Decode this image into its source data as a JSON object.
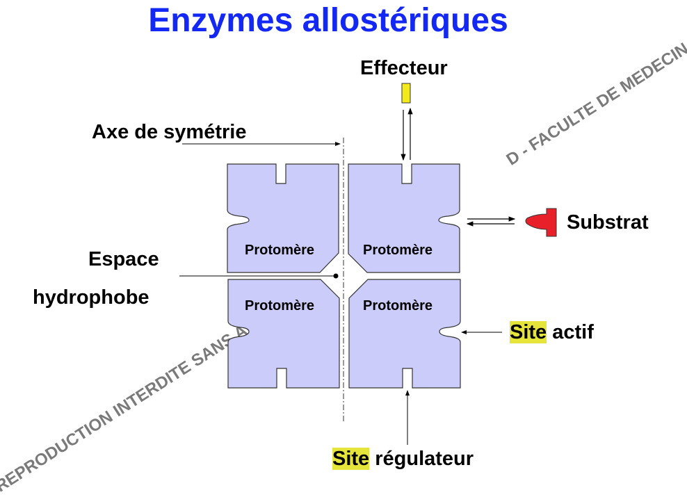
{
  "title": "Enzymes allostériques",
  "watermark": "REPRODUCTION INTERDITE SANS ACCORD D - FACULTE DE MEDECIN - UNS",
  "labels": {
    "effecteur": "Effecteur",
    "axe": "Axe de symétrie",
    "substrat": "Substrat",
    "espace_1": "Espace",
    "espace_2": "hydrophobe",
    "site_actif_hl": "Site",
    "site_actif_rest": " actif",
    "site_reg_hl": "Site",
    "site_reg_rest": " régulateur"
  },
  "protomers": [
    "Protomère",
    "Protomère",
    "Protomère",
    "Protomère"
  ],
  "colors": {
    "title": "#1428f5",
    "protomer": "#ccccfa",
    "effecteur": "#f2ea1a",
    "substrat": "#e8202a",
    "highlight": "#e4e43a"
  }
}
